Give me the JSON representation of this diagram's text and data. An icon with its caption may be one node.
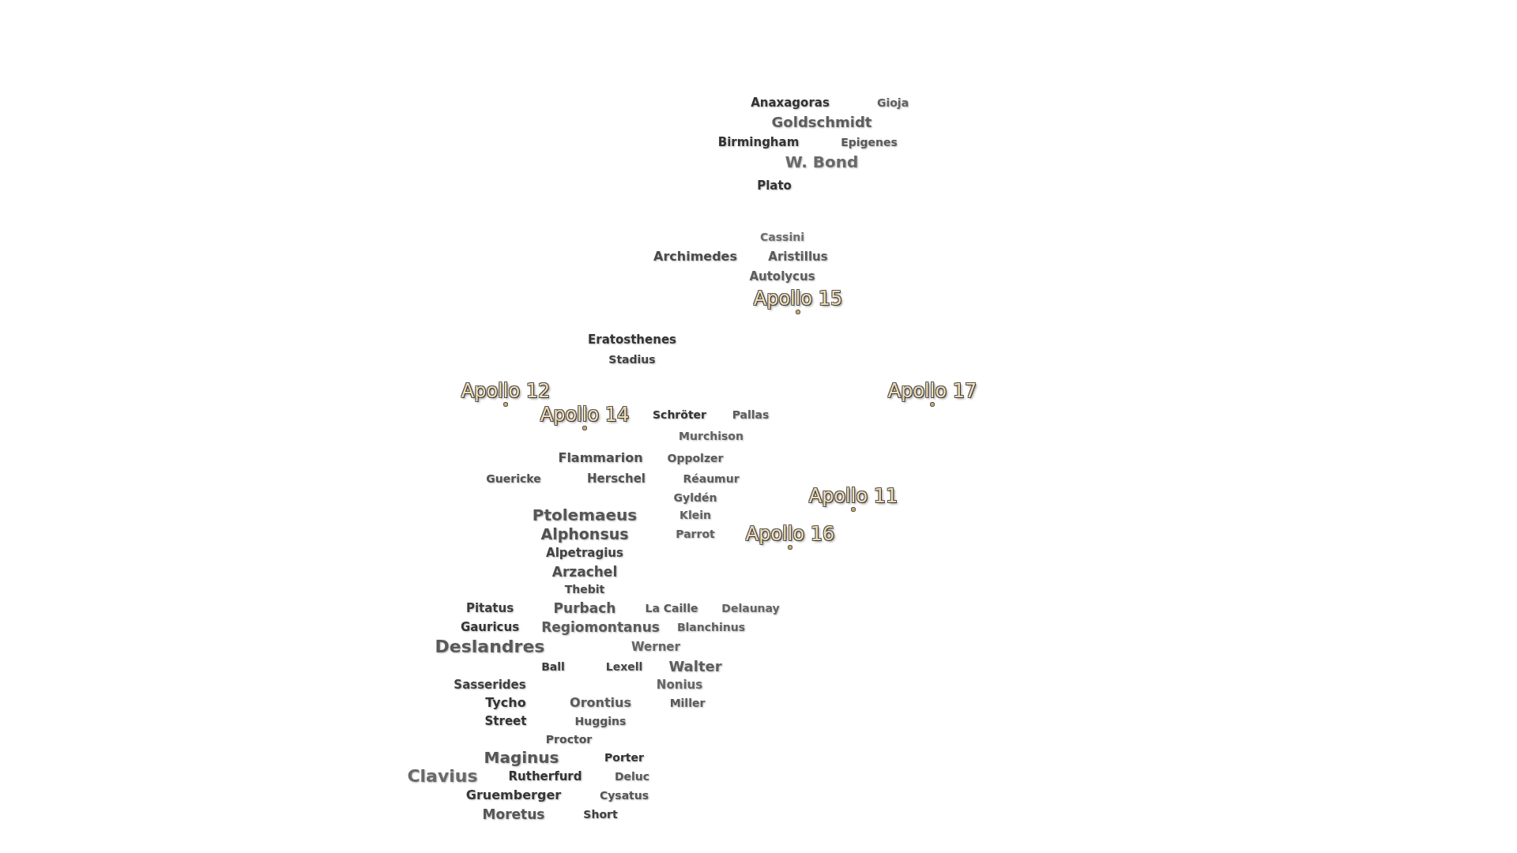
{
  "diagram": {
    "labels": [
      "Anaxagoras",
      "Gioja",
      "Goldschmidt",
      "Birmingham",
      "Epigenes",
      "W. Bond",
      "Plato",
      "Cassini",
      "Archimedes",
      "Aristillus",
      "Autolycus",
      "Apollo 15",
      "Eratosthenes",
      "Stadius",
      "Apollo 12",
      "Apollo 17",
      "Apollo 14",
      "Schröter",
      "Pallas",
      "Murchison",
      "Flammarion",
      "Oppolzer",
      "Guericke",
      "Herschel",
      "Réaumur",
      "Gyldén",
      "Apollo 11",
      "Ptolemaeus",
      "Klein",
      "Alphonsus",
      "Parrot",
      "Apollo 16",
      "Alpetragius",
      "Arzachel",
      "Thebit",
      "Pitatus",
      "Purbach",
      "La Caille",
      "Delaunay",
      "Gauricus",
      "Regiomontanus",
      "Blanchinus",
      "Deslandres",
      "Werner",
      "Ball",
      "Lexell",
      "Walter",
      "Sasserides",
      "Nonius",
      "Tycho",
      "Orontius",
      "Miller",
      "Street",
      "Huggins",
      "Proctor",
      "Maginus",
      "Porter",
      "Clavius",
      "Rutherfurd",
      "Deluc",
      "Gruemberger",
      "Cysatus",
      "Moretus",
      "Short"
    ]
  }
}
